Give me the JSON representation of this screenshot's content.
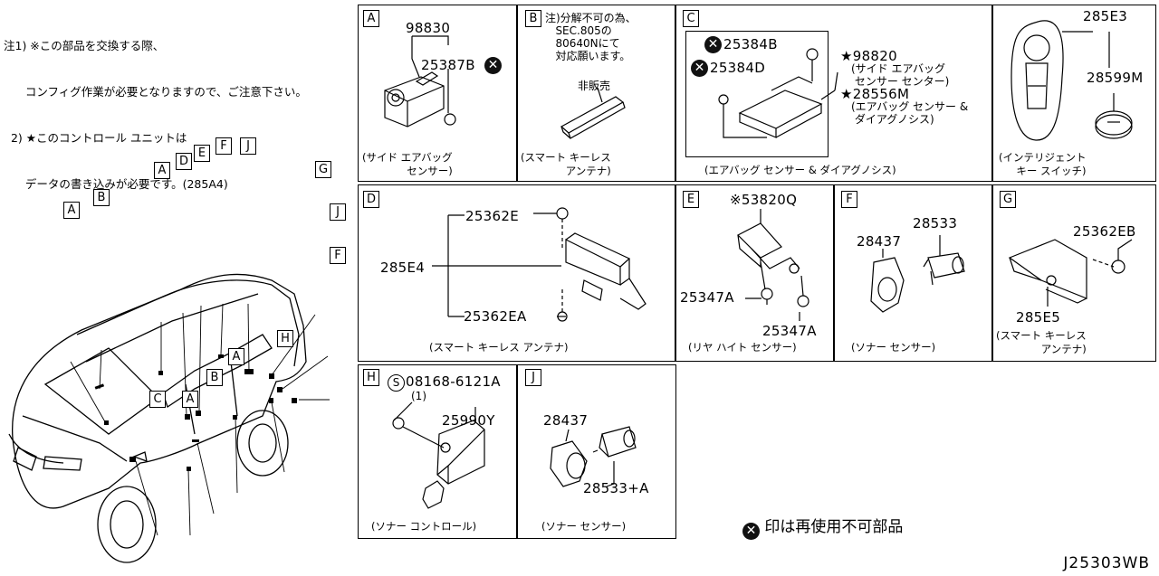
{
  "notes": {
    "line1": "注1) ※この部品を交換する際、",
    "line1b": "      コンフィグ作業が必要となりますので、ご注意下さい。",
    "line2": "  2) ★このコントロール ユニットは",
    "line2b": "      データの書き込みが必要です。(285A4)"
  },
  "car_labels": [
    "A",
    "B",
    "A",
    "D",
    "E",
    "F",
    "J",
    "G",
    "J",
    "F",
    "H",
    "A",
    "B",
    "A",
    "C"
  ],
  "panels": {
    "A": {
      "letter": "A",
      "parts": [
        "98830",
        "25387B"
      ],
      "caption": "(サイド エアバッグ\n      センサー)"
    },
    "B": {
      "letter": "B",
      "note": "注)分解不可の為、\n   SEC.805の\n   80640Nにて\n   対応願います。",
      "nonsale": "非販売",
      "caption": "(スマート キーレス\n        アンテナ)"
    },
    "C": {
      "letter": "C",
      "parts": [
        "25384B",
        "25384D",
        "98820",
        "28556M"
      ],
      "sub1": "(サイド エアバッグ\n センサー センター)",
      "sub2": "(エアバッグ センサー &\n ダイアグノシス)",
      "caption": "(エアバッグ センサー & ダイアグノシス)"
    },
    "K": {
      "parts": [
        "285E3",
        "28599M"
      ],
      "caption": "(インテリジェント\n    キー スイッチ)"
    },
    "D": {
      "letter": "D",
      "parts": [
        "25362E",
        "285E4",
        "25362EA"
      ],
      "caption": "(スマート キーレス アンテナ)"
    },
    "E": {
      "letter": "E",
      "parts": [
        "※53820Q",
        "25347A",
        "25347A"
      ],
      "caption": "(リヤ ハイト センサー)"
    },
    "F": {
      "letter": "F",
      "parts": [
        "28437",
        "28533"
      ],
      "caption": "(ソナー センサー)"
    },
    "G": {
      "letter": "G",
      "parts": [
        "25362EB",
        "285E5"
      ],
      "caption": "(スマート キーレス\n       アンテナ)"
    },
    "H": {
      "letter": "H",
      "parts": [
        "08168-6121A",
        "(1)",
        "25990Y"
      ],
      "caption": "(ソナー コントロール)"
    },
    "J": {
      "letter": "J",
      "parts": [
        "28437",
        "28533+A"
      ],
      "caption": "(ソナー センサー)"
    }
  },
  "legend": {
    "mark": "✕",
    "text": "印は再使用不可部品"
  },
  "diagram_code": "J25303WB"
}
